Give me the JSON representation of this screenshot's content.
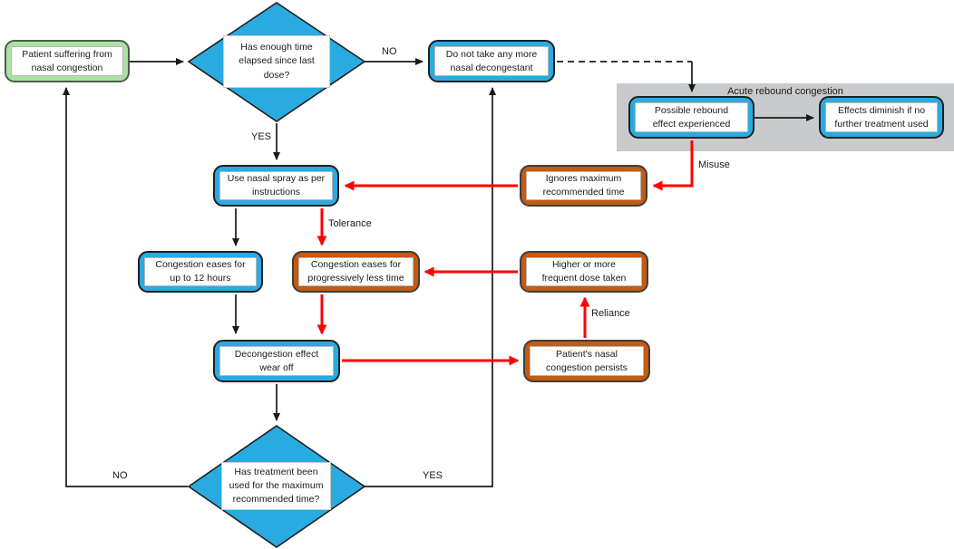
{
  "diagram": {
    "type": "flowchart",
    "topic": "Nasal decongestant use and acute rebound congestion",
    "region": {
      "label": "Acute rebound congestion"
    },
    "nodes": {
      "patient": {
        "label": "Patient suffering from\nnasal congestion",
        "shape": "rounded-rect",
        "fill": "#A9E2A2"
      },
      "enough_time": {
        "label": "Has enough time\nelapsed since last\ndose?",
        "shape": "diamond",
        "fill": "#29ABE2"
      },
      "no_more": {
        "label": "Do not take any more\nnasal decongestant",
        "shape": "rounded-rect",
        "fill": "#29ABE2"
      },
      "possible_rebound": {
        "label": "Possible rebound\neffect experienced",
        "shape": "rounded-rect",
        "fill": "#29ABE2"
      },
      "effects_diminish": {
        "label": "Effects diminish if no\nfurther treatment used",
        "shape": "rounded-rect",
        "fill": "#29ABE2"
      },
      "ignores_max": {
        "label": "Ignores maximum\nrecommended time",
        "shape": "rounded-rect",
        "fill": "#C55A11"
      },
      "use_spray": {
        "label": "Use nasal spray as per\ninstructions",
        "shape": "rounded-rect",
        "fill": "#29ABE2"
      },
      "eases_12h": {
        "label": "Congestion eases for\nup to 12 hours",
        "shape": "rounded-rect",
        "fill": "#29ABE2"
      },
      "eases_less": {
        "label": "Congestion eases for\nprogressively less time",
        "shape": "rounded-rect",
        "fill": "#C55A11"
      },
      "higher_dose": {
        "label": "Higher or more\nfrequent dose taken",
        "shape": "rounded-rect",
        "fill": "#C55A11"
      },
      "wear_off": {
        "label": "Decongestion effect\nwear off",
        "shape": "rounded-rect",
        "fill": "#29ABE2"
      },
      "persists": {
        "label": "Patient's nasal\ncongestion persists",
        "shape": "rounded-rect",
        "fill": "#C55A11"
      },
      "treatment_max": {
        "label": "Has treatment been\nused for the maximum\nrecommended time?",
        "shape": "diamond",
        "fill": "#29ABE2"
      }
    },
    "edge_labels": {
      "no_top": "NO",
      "yes_top": "YES",
      "misuse": "Misuse",
      "tolerance": "Tolerance",
      "reliance": "Reliance",
      "no_bottom": "NO",
      "yes_bottom": "YES"
    },
    "edges": [
      {
        "from": "patient",
        "to": "enough_time",
        "color": "black",
        "style": "solid"
      },
      {
        "from": "enough_time",
        "to": "no_more",
        "color": "black",
        "style": "solid",
        "label": "NO"
      },
      {
        "from": "enough_time",
        "to": "use_spray",
        "color": "black",
        "style": "solid",
        "label": "YES"
      },
      {
        "from": "no_more",
        "to": "possible_rebound",
        "color": "black",
        "style": "dashed"
      },
      {
        "from": "possible_rebound",
        "to": "effects_diminish",
        "color": "black",
        "style": "solid"
      },
      {
        "from": "possible_rebound",
        "to": "ignores_max",
        "color": "red",
        "style": "solid",
        "label": "Misuse"
      },
      {
        "from": "ignores_max",
        "to": "use_spray",
        "color": "red",
        "style": "solid"
      },
      {
        "from": "use_spray",
        "to": "eases_12h",
        "color": "black",
        "style": "solid"
      },
      {
        "from": "use_spray",
        "to": "eases_less",
        "color": "red",
        "style": "solid",
        "label": "Tolerance"
      },
      {
        "from": "higher_dose",
        "to": "eases_less",
        "color": "red",
        "style": "solid"
      },
      {
        "from": "eases_12h",
        "to": "wear_off",
        "color": "black",
        "style": "solid"
      },
      {
        "from": "eases_less",
        "to": "wear_off",
        "color": "red",
        "style": "solid"
      },
      {
        "from": "wear_off",
        "to": "persists",
        "color": "red",
        "style": "solid"
      },
      {
        "from": "persists",
        "to": "higher_dose",
        "color": "red",
        "style": "solid",
        "label": "Reliance"
      },
      {
        "from": "wear_off",
        "to": "treatment_max",
        "color": "black",
        "style": "solid"
      },
      {
        "from": "treatment_max",
        "to": "patient",
        "color": "black",
        "style": "solid",
        "label": "NO"
      },
      {
        "from": "treatment_max",
        "to": "no_more",
        "color": "black",
        "style": "solid",
        "label": "YES"
      }
    ],
    "colors": {
      "blue_fill": "#29ABE2",
      "brown_fill": "#C55A11",
      "green_fill": "#A9E2A2",
      "gray_region": "#C9CACB",
      "red_arrow": "#FF0000",
      "black_line": "#1a1a1a"
    }
  }
}
